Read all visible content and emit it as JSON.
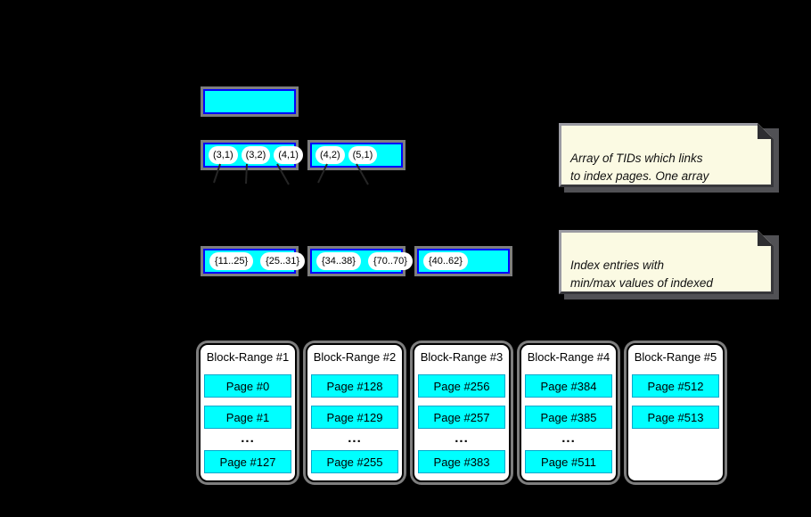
{
  "colors": {
    "background": "#000000",
    "cyan": "#00ffff",
    "blue": "#0004fa",
    "teal": "#00a8cc",
    "gray": "#7e7e7e",
    "noteFill": "#fbfae3",
    "noteShadow": "#515155",
    "cardFill": "#ffffff"
  },
  "meta_box": {
    "label": ""
  },
  "tid_boxes": [
    [
      "(3,1)",
      "(3,2)",
      "(4,1)"
    ],
    [
      "(4,2)",
      "(5,1)"
    ]
  ],
  "range_boxes": [
    [
      "{11..25}",
      "{25..31}"
    ],
    [
      "{34..38}",
      "{70..70}"
    ],
    [
      "{40..62}"
    ]
  ],
  "notes": [
    "Array of TIDs which links\nto index pages. One array\nelement per block-range.",
    "Index entries with\nmin/max values of indexed\ncolumn per block-range."
  ],
  "block_ranges": [
    {
      "title": "Block-Range #1",
      "pages": [
        "Page #0",
        "Page #1"
      ],
      "ellipsis": "...",
      "last_page": "Page #127"
    },
    {
      "title": "Block-Range #2",
      "pages": [
        "Page #128",
        "Page #129"
      ],
      "ellipsis": "...",
      "last_page": "Page #255"
    },
    {
      "title": "Block-Range #3",
      "pages": [
        "Page #256",
        "Page #257"
      ],
      "ellipsis": "...",
      "last_page": "Page #383"
    },
    {
      "title": "Block-Range #4",
      "pages": [
        "Page #384",
        "Page #385"
      ],
      "ellipsis": "...",
      "last_page": "Page #511"
    },
    {
      "title": "Block-Range #5",
      "pages": [
        "Page #512",
        "Page #513"
      ]
    }
  ]
}
